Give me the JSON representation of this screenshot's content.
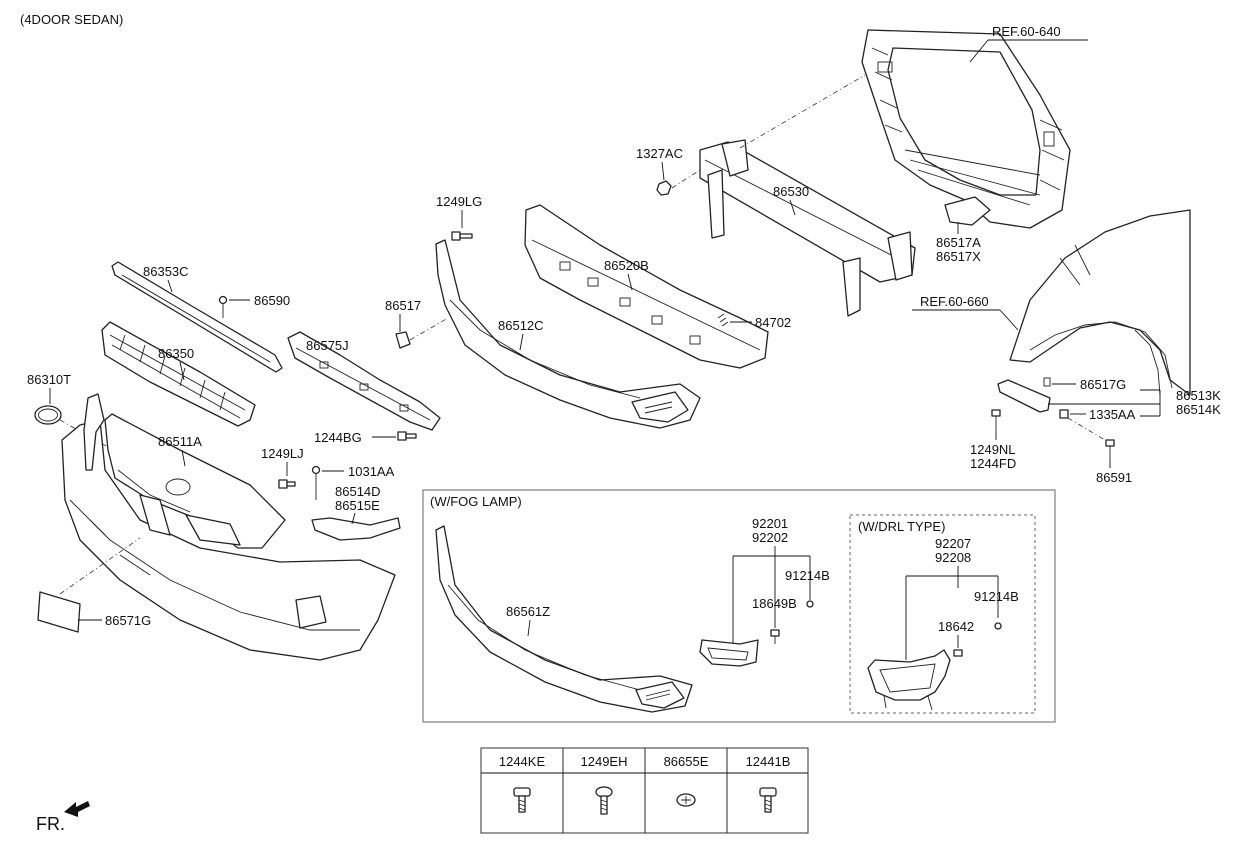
{
  "header": {
    "variant": "(4DOOR SEDAN)"
  },
  "refs": {
    "upper": "REF.60-640",
    "lower": "REF.60-660"
  },
  "parts": {
    "p86353C": "86353C",
    "p86590": "86590",
    "p86350": "86350",
    "p86310T": "86310T",
    "p86575J": "86575J",
    "p86517": "86517",
    "p1249LG": "1249LG",
    "p86520B": "86520B",
    "p1327AC": "1327AC",
    "p86530": "86530",
    "p86517A": "86517A",
    "p86517X": "86517X",
    "p86512C": "86512C",
    "p84702": "84702",
    "p1244BG": "1244BG",
    "p86511A": "86511A",
    "p1249LJ": "1249LJ",
    "p1031AA": "1031AA",
    "p86514D": "86514D",
    "p86515E": "86515E",
    "p86571G": "86571G",
    "p86517G": "86517G",
    "p86513K": "86513K",
    "p86514K": "86514K",
    "p1335AA": "1335AA",
    "p1249NL": "1249NL",
    "p1244FD": "1244FD",
    "p86591": "86591",
    "p86561Z": "86561Z",
    "p92201": "92201",
    "p92202": "92202",
    "p91214B_a": "91214B",
    "p18649B": "18649B",
    "p92207": "92207",
    "p92208": "92208",
    "p91214B_b": "91214B",
    "p18642": "18642"
  },
  "insets": {
    "fog": "(W/FOG LAMP)",
    "drl": "(W/DRL TYPE)"
  },
  "fastener_table": {
    "columns": [
      "1244KE",
      "1249EH",
      "86655E",
      "12441B"
    ]
  },
  "direction": {
    "label": "FR."
  },
  "icons": [
    "screw-icon",
    "bolt-icon",
    "clip-icon",
    "tapping-screw-icon",
    "front-direction-arrow-icon"
  ]
}
